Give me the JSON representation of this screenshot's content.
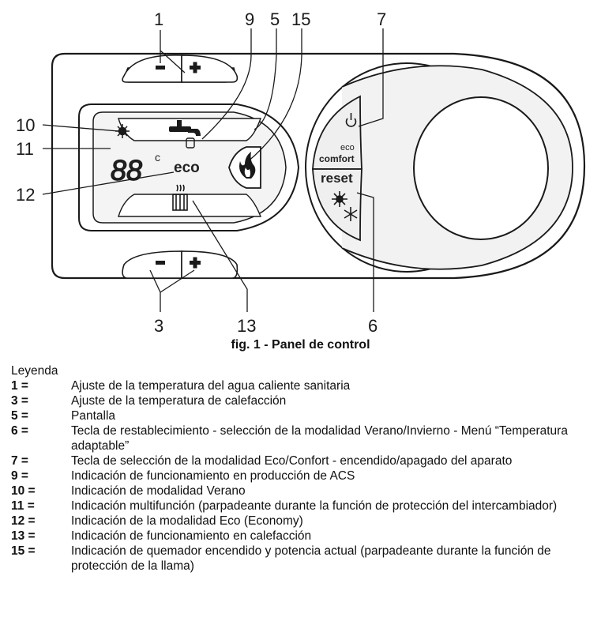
{
  "panel": {
    "lcd_digits": "88",
    "lcd_unit": "c",
    "eco_label": "eco",
    "eco_small": "eco",
    "comfort_small": "comfort",
    "reset_label": "reset"
  },
  "callouts": {
    "c1": "1",
    "c9": "9",
    "c5": "5",
    "c15": "15",
    "c7": "7",
    "c10": "10",
    "c11": "11",
    "c12": "12",
    "c3": "3",
    "c13": "13",
    "c6": "6"
  },
  "caption": "fig. 1  - Panel de control",
  "legend": {
    "title": "Leyenda",
    "items": [
      {
        "key": "1 =",
        "text": "Ajuste de la temperatura del agua caliente sanitaria"
      },
      {
        "key": "3 =",
        "text": "Ajuste de la temperatura de calefacción"
      },
      {
        "key": "5 =",
        "text": "Pantalla"
      },
      {
        "key": "6 =",
        "text": "Tecla de restablecimiento - selección de la modalidad Verano/Invierno - Menú “Temperatura adaptable”"
      },
      {
        "key": "7 =",
        "text": "Tecla de selección de la modalidad Eco/Confort - encendido/apagado del aparato"
      },
      {
        "key": "9 =",
        "text": "Indicación de funcionamiento en producción de ACS"
      },
      {
        "key": "10 =",
        "text": "Indicación de modalidad Verano"
      },
      {
        "key": "11 =",
        "text": "Indicación multifunción (parpadeante durante la función de protección del intercambiador)"
      },
      {
        "key": "12 =",
        "text": "Indicación de la modalidad Eco (Economy)"
      },
      {
        "key": "13 =",
        "text": "Indicación de funcionamiento en calefacción"
      },
      {
        "key": "15 =",
        "text": "Indicación de quemador encendido y potencia actual (parpadeante durante la función de protección de la llama)"
      }
    ]
  }
}
